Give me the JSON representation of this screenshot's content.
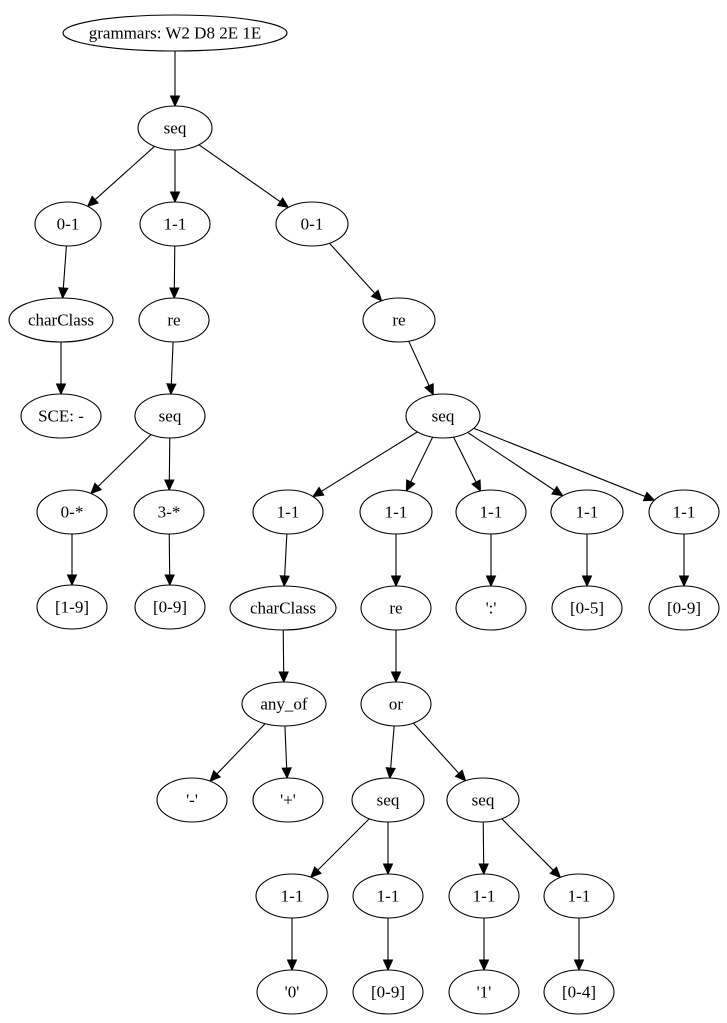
{
  "diagram": {
    "type": "tree",
    "nodes": [
      {
        "id": "root",
        "label": "grammars: W2 D8 2E 1E"
      },
      {
        "id": "n1",
        "label": "seq"
      },
      {
        "id": "n2",
        "label": "0-1"
      },
      {
        "id": "n3",
        "label": "1-1"
      },
      {
        "id": "n4",
        "label": "0-1"
      },
      {
        "id": "n5",
        "label": "charClass"
      },
      {
        "id": "n6",
        "label": "SCE: -"
      },
      {
        "id": "n7",
        "label": "re"
      },
      {
        "id": "n8",
        "label": "seq"
      },
      {
        "id": "n9",
        "label": "0-*"
      },
      {
        "id": "n10",
        "label": "3-*"
      },
      {
        "id": "n11",
        "label": "[1-9]"
      },
      {
        "id": "n12",
        "label": "[0-9]"
      },
      {
        "id": "n13",
        "label": "re"
      },
      {
        "id": "n14",
        "label": "seq"
      },
      {
        "id": "n15",
        "label": "1-1"
      },
      {
        "id": "n16",
        "label": "1-1"
      },
      {
        "id": "n17",
        "label": "1-1"
      },
      {
        "id": "n18",
        "label": "1-1"
      },
      {
        "id": "n19",
        "label": "1-1"
      },
      {
        "id": "n20",
        "label": "charClass"
      },
      {
        "id": "n21",
        "label": "re"
      },
      {
        "id": "n22",
        "label": "':'"
      },
      {
        "id": "n23",
        "label": "[0-5]"
      },
      {
        "id": "n24",
        "label": "[0-9]"
      },
      {
        "id": "n25",
        "label": "any_of"
      },
      {
        "id": "n26",
        "label": "or"
      },
      {
        "id": "n27",
        "label": "'-'"
      },
      {
        "id": "n28",
        "label": "'+'"
      },
      {
        "id": "n29",
        "label": "seq"
      },
      {
        "id": "n30",
        "label": "seq"
      },
      {
        "id": "n31",
        "label": "1-1"
      },
      {
        "id": "n32",
        "label": "1-1"
      },
      {
        "id": "n33",
        "label": "1-1"
      },
      {
        "id": "n34",
        "label": "1-1"
      },
      {
        "id": "n35",
        "label": "'0'"
      },
      {
        "id": "n36",
        "label": "[0-9]"
      },
      {
        "id": "n37",
        "label": "'1'"
      },
      {
        "id": "n38",
        "label": "[0-4]"
      }
    ],
    "edges": [
      [
        "root",
        "n1"
      ],
      [
        "n1",
        "n2"
      ],
      [
        "n1",
        "n3"
      ],
      [
        "n1",
        "n4"
      ],
      [
        "n2",
        "n5"
      ],
      [
        "n5",
        "n6"
      ],
      [
        "n3",
        "n7"
      ],
      [
        "n7",
        "n8"
      ],
      [
        "n8",
        "n9"
      ],
      [
        "n8",
        "n10"
      ],
      [
        "n9",
        "n11"
      ],
      [
        "n10",
        "n12"
      ],
      [
        "n4",
        "n13"
      ],
      [
        "n13",
        "n14"
      ],
      [
        "n14",
        "n15"
      ],
      [
        "n14",
        "n16"
      ],
      [
        "n14",
        "n17"
      ],
      [
        "n14",
        "n18"
      ],
      [
        "n14",
        "n19"
      ],
      [
        "n15",
        "n20"
      ],
      [
        "n20",
        "n25"
      ],
      [
        "n25",
        "n27"
      ],
      [
        "n25",
        "n28"
      ],
      [
        "n16",
        "n21"
      ],
      [
        "n21",
        "n26"
      ],
      [
        "n26",
        "n29"
      ],
      [
        "n26",
        "n30"
      ],
      [
        "n29",
        "n31"
      ],
      [
        "n29",
        "n32"
      ],
      [
        "n30",
        "n33"
      ],
      [
        "n30",
        "n34"
      ],
      [
        "n31",
        "n35"
      ],
      [
        "n32",
        "n36"
      ],
      [
        "n33",
        "n37"
      ],
      [
        "n34",
        "n38"
      ],
      [
        "n17",
        "n22"
      ],
      [
        "n18",
        "n23"
      ],
      [
        "n19",
        "n24"
      ]
    ]
  }
}
